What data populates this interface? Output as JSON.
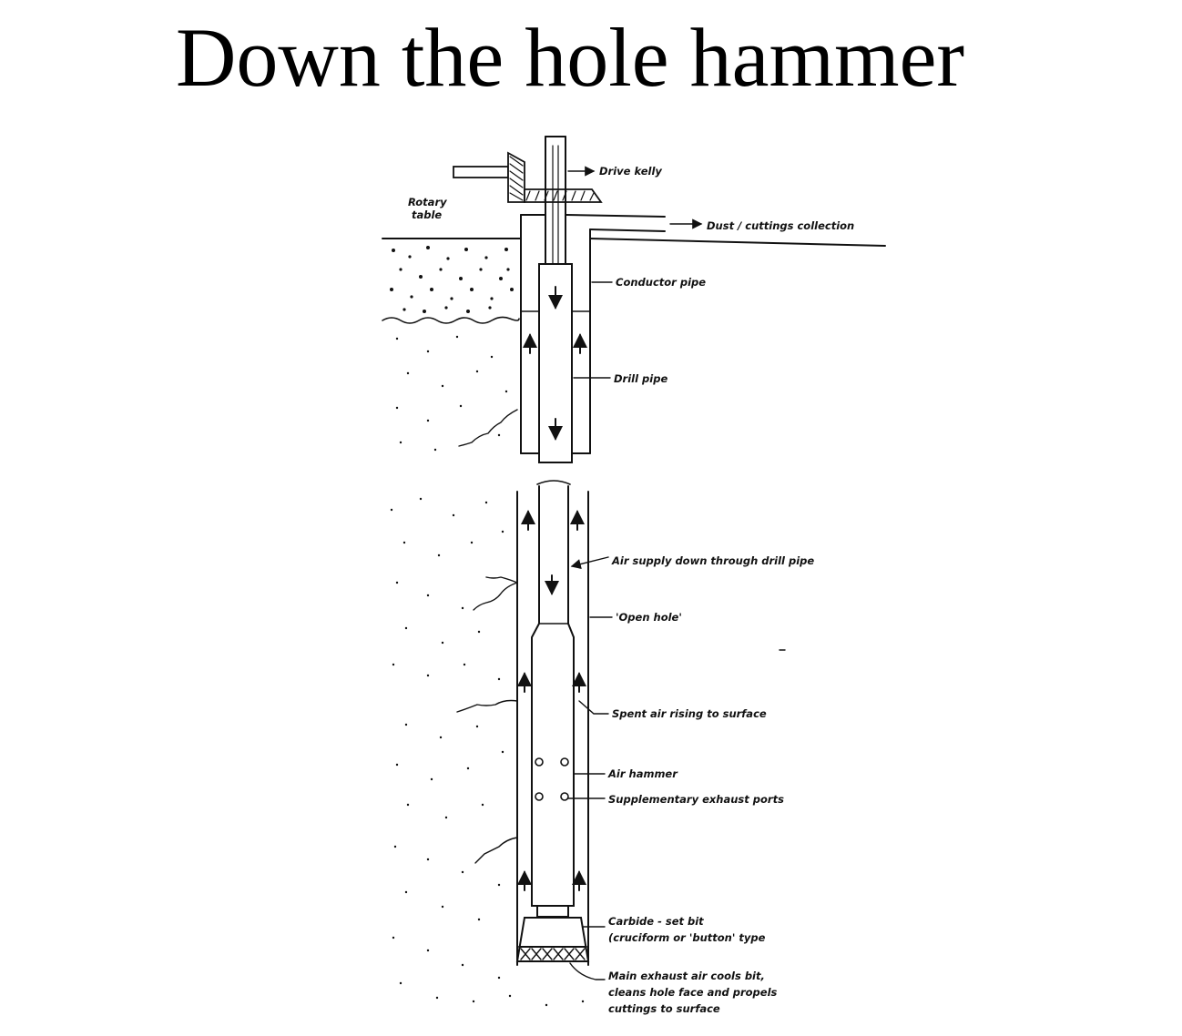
{
  "title": "Down the hole hammer",
  "labels": {
    "rotary_table_1": "Rotary",
    "rotary_table_2": "table",
    "drive_kelly": "Drive kelly",
    "dust_collection": "Dust / cuttings collection",
    "conductor_pipe": "Conductor pipe",
    "drill_pipe": "Drill pipe",
    "air_supply": "Air supply down through drill pipe",
    "open_hole": "'Open hole'",
    "spent_air": "Spent air rising to surface",
    "air_hammer": "Air hammer",
    "exhaust_ports": "Supplementary exhaust ports",
    "bit_1": "Carbide - set bit",
    "bit_2": "(cruciform or 'button' type",
    "exhaust_1": "Main exhaust air cools bit,",
    "exhaust_2": "cleans hole face and propels",
    "exhaust_3": "cuttings to surface"
  },
  "colors": {
    "ink": "#111111",
    "background": "#ffffff"
  }
}
